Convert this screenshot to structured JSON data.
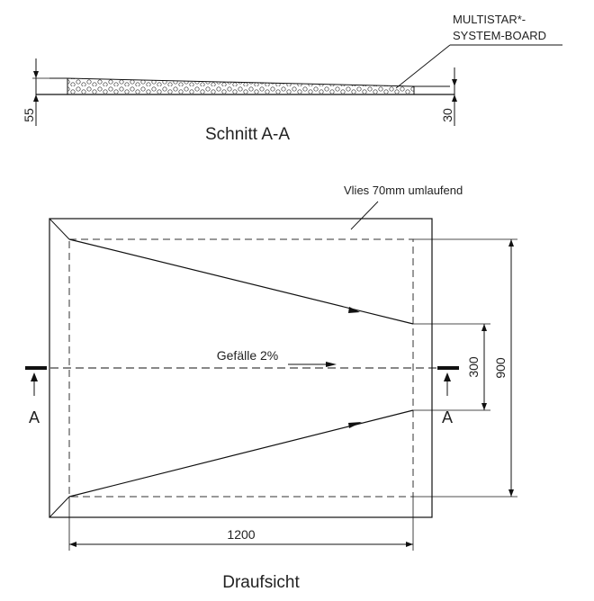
{
  "section": {
    "title": "Schnitt A-A",
    "material_label_line1": "MULTISTAR*-",
    "material_label_line2": "SYSTEM-BOARD",
    "dim_left": "55",
    "dim_right": "30"
  },
  "plan": {
    "title": "Draufsicht",
    "fleece_label": "Vlies 70mm umlaufend",
    "slope_label": "Gefälle 2%",
    "dim_width": "1200",
    "dim_height": "900",
    "dim_outlet": "300",
    "cut_marker_left": "A",
    "cut_marker_right": "A"
  }
}
